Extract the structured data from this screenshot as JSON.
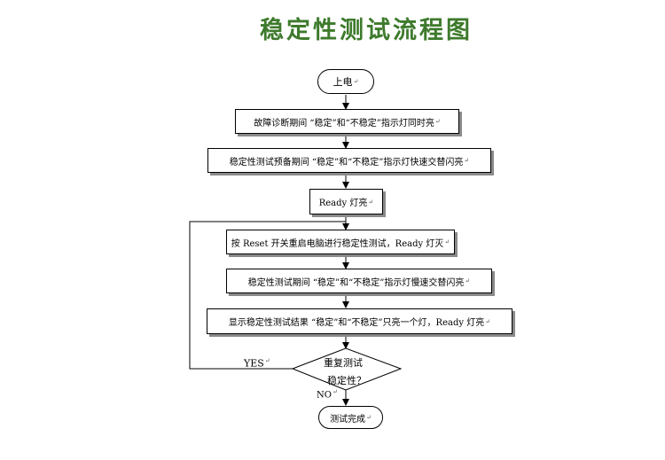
{
  "title": "稳定性测试流程图",
  "start": "上电",
  "steps": [
    "故障诊断期间 “稳定”和“不稳定”指示灯同时亮",
    "稳定性测试预备期间 “稳定”和“不稳定”指示灯快速交替闪亮",
    "Ready 灯亮",
    "按 Reset 开关重启电脑进行稳定性测试，Ready 灯灭",
    "稳定性测试期间 “稳定”和“不稳定”指示灯慢速交替闪亮",
    "显示稳定性测试结果 “稳定”和“不稳定”只亮一个灯，Ready 灯亮"
  ],
  "decision": {
    "line1": "重复测试",
    "line2": "稳定性？"
  },
  "yes_label": "YES",
  "no_label": "NO",
  "end": "测试完成",
  "colors": {
    "title": "#3e7a2c",
    "shadow": "#8a8a8a"
  }
}
